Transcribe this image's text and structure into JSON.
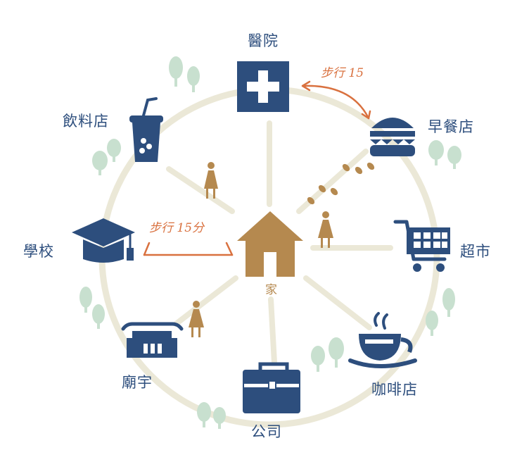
{
  "colors": {
    "ring": "#ebe8d7",
    "spoke": "#ebe8d7",
    "icon": "#2d4e7d",
    "home": "#b5894f",
    "walker": "#b5894f",
    "tree": "#c8e0cf",
    "arrow": "#d9713f"
  },
  "center": {
    "label": "家",
    "icon": "house-icon"
  },
  "places": [
    {
      "id": "hospital",
      "label": "醫院",
      "icon": "hospital-icon"
    },
    {
      "id": "breakfast",
      "label": "早餐店",
      "icon": "burger-icon"
    },
    {
      "id": "supermarket",
      "label": "超市",
      "icon": "shopping-cart-icon"
    },
    {
      "id": "cafe",
      "label": "咖啡店",
      "icon": "coffee-cup-icon"
    },
    {
      "id": "company",
      "label": "公司",
      "icon": "briefcase-icon"
    },
    {
      "id": "temple",
      "label": "廟宇",
      "icon": "temple-icon"
    },
    {
      "id": "school",
      "label": "學校",
      "icon": "graduation-cap-icon"
    },
    {
      "id": "drinks",
      "label": "飲料店",
      "icon": "drink-cup-icon"
    }
  ],
  "annotations": {
    "walk_top": "步行 15",
    "walk_left": "步行 15分"
  }
}
